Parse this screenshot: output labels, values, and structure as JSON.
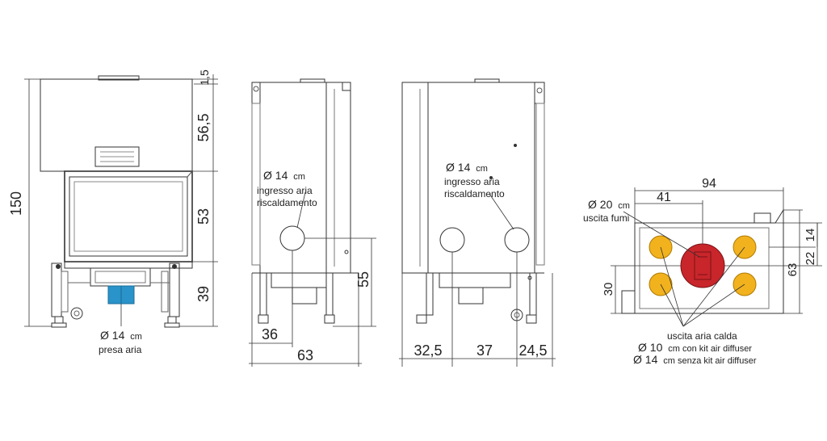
{
  "colors": {
    "line": "#333333",
    "blue": "#2a93c9",
    "red": "#c8262b",
    "yellow": "#f2b21e",
    "gray": "#dcdcdc"
  },
  "front_view": {
    "dim_total_height": "150",
    "dim_top": "1,5",
    "dim_upper": "56,5",
    "dim_mid": "53",
    "dim_low": "39",
    "inlet_label_diam": "Ø 14",
    "inlet_label_unit": "cm",
    "inlet_label_text": "presa aria"
  },
  "side_view_1": {
    "label_diam": "Ø 14",
    "label_unit": "cm",
    "label_line1": "ingresso aria",
    "label_line2": "riscaldamento",
    "dim_height": "55",
    "dim_offset": "36",
    "dim_width": "63"
  },
  "side_view_2": {
    "label_diam": "Ø 14",
    "label_unit": "cm",
    "label_line1": "ingresso aria",
    "label_line2": "riscaldamento",
    "dim_a": "32,5",
    "dim_b": "37",
    "dim_c": "24,5"
  },
  "top_view": {
    "dim_width": "94",
    "dim_offset": "41",
    "flue_diam": "Ø 20",
    "flue_unit": "cm",
    "flue_text": "uscita fumi",
    "dim_right_small": "14",
    "dim_right_mid": "22",
    "dim_right_total": "63",
    "dim_left": "30",
    "hot_air_text": "uscita aria calda",
    "option_1_diam": "Ø 10",
    "option_1_text": "cm con kit air diffuser",
    "option_2_diam": "Ø 14",
    "option_2_text": "cm senza kit air diffuser"
  }
}
